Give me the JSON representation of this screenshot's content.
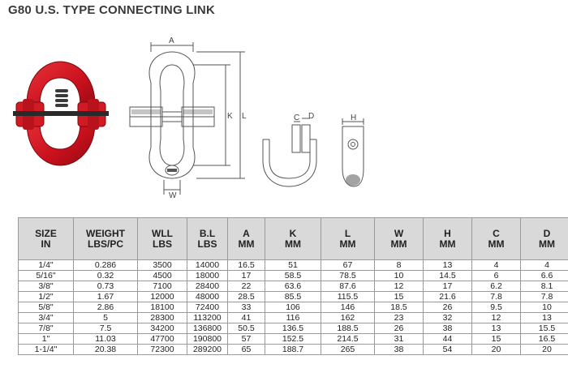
{
  "title": "G80 U.S. TYPE CONNECTING LINK",
  "diagram": {
    "labels": {
      "A": "A",
      "K": "K",
      "L": "L",
      "W": "W",
      "C": "C",
      "D": "D",
      "H": "H"
    }
  },
  "table": {
    "headers": [
      [
        "SIZE",
        "IN"
      ],
      [
        "WEIGHT",
        "LBS/PC"
      ],
      [
        "WLL",
        "LBS"
      ],
      [
        "B.L",
        "LBS"
      ],
      [
        "A",
        "MM"
      ],
      [
        "K",
        "MM"
      ],
      [
        "L",
        "MM"
      ],
      [
        "W",
        "MM"
      ],
      [
        "H",
        "MM"
      ],
      [
        "C",
        "MM"
      ],
      [
        "D",
        "MM"
      ]
    ],
    "rows": [
      [
        "1/4\"",
        "0.286",
        "3500",
        "14000",
        "16.5",
        "51",
        "67",
        "8",
        "13",
        "4",
        "4"
      ],
      [
        "5/16\"",
        "0.32",
        "4500",
        "18000",
        "17",
        "58.5",
        "78.5",
        "10",
        "14.5",
        "6",
        "6.6"
      ],
      [
        "3/8\"",
        "0.73",
        "7100",
        "28400",
        "22",
        "63.6",
        "87.6",
        "12",
        "17",
        "6.2",
        "8.1"
      ],
      [
        "1/2\"",
        "1.67",
        "12000",
        "48000",
        "28.5",
        "85.5",
        "115.5",
        "15",
        "21.6",
        "7.8",
        "7.8"
      ],
      [
        "5/8\"",
        "2.86",
        "18100",
        "72400",
        "33",
        "106",
        "146",
        "18.5",
        "26",
        "9.5",
        "10"
      ],
      [
        "3/4\"",
        "5",
        "28300",
        "113200",
        "41",
        "116",
        "162",
        "23",
        "32",
        "12",
        "13"
      ],
      [
        "7/8\"",
        "7.5",
        "34200",
        "136800",
        "50.5",
        "136.5",
        "188.5",
        "26",
        "38",
        "13",
        "15.5"
      ],
      [
        "1\"",
        "11.03",
        "47700",
        "190800",
        "57",
        "152.5",
        "214.5",
        "31",
        "44",
        "15",
        "16.5"
      ],
      [
        "1-1/4\"",
        "20.38",
        "72300",
        "289200",
        "65",
        "188.7",
        "265",
        "38",
        "54",
        "20",
        "20"
      ]
    ]
  }
}
